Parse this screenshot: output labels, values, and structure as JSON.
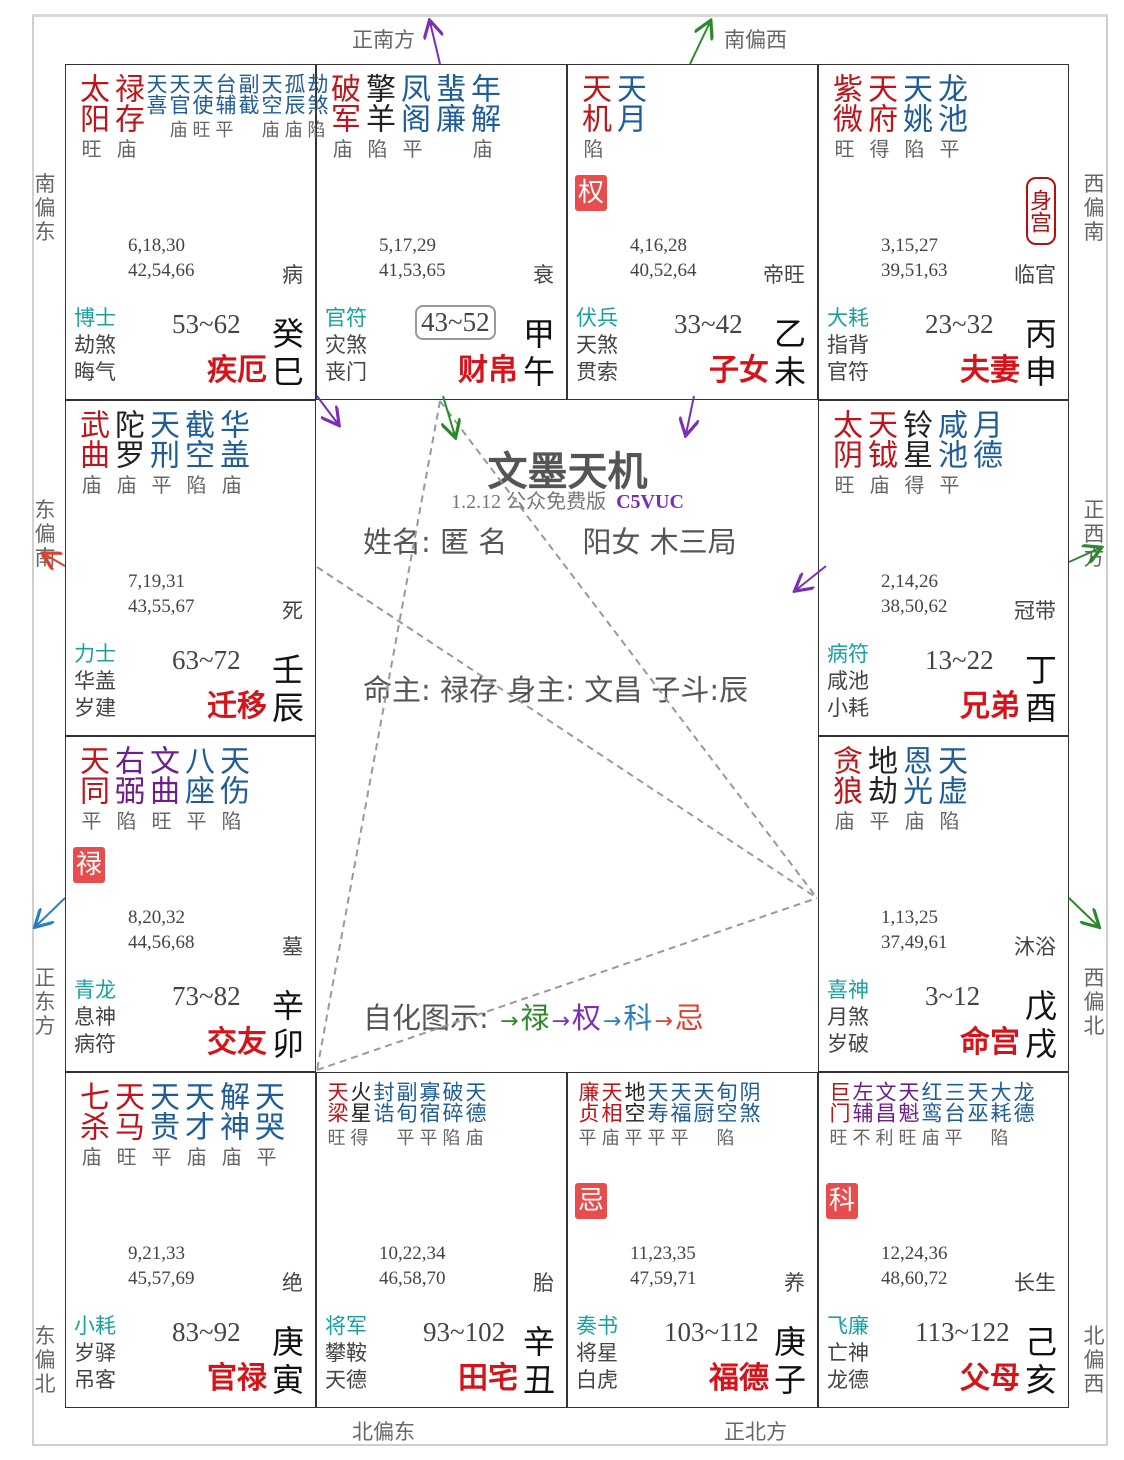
{
  "directions": {
    "top_left": "正南方",
    "top_right": "南偏西",
    "bottom_left": "北偏东",
    "bottom_right": "正北方",
    "left_1": "南偏东",
    "left_2": "东偏南",
    "left_3": "正东方",
    "left_4": "东偏北",
    "right_1": "西偏南",
    "right_2": "正西方",
    "right_3": "西偏北",
    "right_4": "北偏西"
  },
  "center": {
    "title": "文墨天机",
    "version": "1.2.12 公众免费版",
    "code": "C5VUC",
    "name_label": "姓名:",
    "name_value": "匿 名",
    "gender_ju": "阳女 木三局",
    "ming_line": "命主: 禄存 身主: 文昌 子斗:辰",
    "legend_label": "自化图示:",
    "legend": [
      {
        "arrow": "→",
        "text": "禄",
        "color": "#2a8a2a"
      },
      {
        "arrow": "→",
        "text": "权",
        "color": "#7b2fb6"
      },
      {
        "arrow": "→",
        "text": "科",
        "color": "#2a7fc0"
      },
      {
        "arrow": "→",
        "text": "忌",
        "color": "#e0402a"
      }
    ]
  },
  "palaces": {
    "si": {
      "stars": [
        {
          "name": "太阳",
          "color": "red",
          "bright": "旺"
        },
        {
          "name": "禄存",
          "color": "red",
          "bright": "庙"
        }
      ],
      "minor": [
        {
          "name": "天喜",
          "bright": ""
        },
        {
          "name": "天官",
          "bright": "庙"
        },
        {
          "name": "天使",
          "bright": "旺"
        },
        {
          "name": "台辅",
          "bright": "平"
        },
        {
          "name": "副截",
          "bright": ""
        },
        {
          "name": "天空",
          "bright": "庙"
        },
        {
          "name": "孤辰",
          "bright": "庙"
        },
        {
          "name": "劫煞",
          "bright": "陷"
        }
      ],
      "ages": [
        "6,18,30",
        "42,54,66"
      ],
      "phase": "病",
      "gods": [
        "博士",
        "劫煞",
        "晦气"
      ],
      "range": "53~62",
      "name": "疾厄",
      "gz": "癸巳"
    },
    "wu": {
      "stars": [
        {
          "name": "破军",
          "color": "red",
          "bright": "庙"
        },
        {
          "name": "擎羊",
          "color": "black",
          "bright": "陷"
        },
        {
          "name": "凤阁",
          "color": "blue",
          "bright": "平"
        },
        {
          "name": "蜚廉",
          "color": "blue",
          "bright": ""
        },
        {
          "name": "年解",
          "color": "blue",
          "bright": "庙"
        }
      ],
      "ages": [
        "5,17,29",
        "41,53,65"
      ],
      "phase": "衰",
      "gods": [
        "官符",
        "灾煞",
        "丧门"
      ],
      "range": "43~52",
      "name": "财帛",
      "gz": "甲午"
    },
    "wei": {
      "stars": [
        {
          "name": "天机",
          "color": "red",
          "bright": "陷"
        },
        {
          "name": "天月",
          "color": "blue",
          "bright": ""
        }
      ],
      "hua": "权",
      "ages": [
        "4,16,28",
        "40,52,64"
      ],
      "phase": "帝旺",
      "gods": [
        "伏兵",
        "天煞",
        "贯索"
      ],
      "range": "33~42",
      "name": "子女",
      "gz": "乙未"
    },
    "shen": {
      "stars": [
        {
          "name": "紫微",
          "color": "red",
          "bright": "旺"
        },
        {
          "name": "天府",
          "color": "red",
          "bright": "得"
        },
        {
          "name": "天姚",
          "color": "blue",
          "bright": "陷"
        },
        {
          "name": "龙池",
          "color": "blue",
          "bright": "平"
        }
      ],
      "shengong": "身宫",
      "ages": [
        "3,15,27",
        "39,51,63"
      ],
      "phase": "临官",
      "gods": [
        "大耗",
        "指背",
        "官符"
      ],
      "range": "23~32",
      "name": "夫妻",
      "gz": "丙申"
    },
    "chen": {
      "stars": [
        {
          "name": "武曲",
          "color": "red",
          "bright": "庙"
        },
        {
          "name": "陀罗",
          "color": "black",
          "bright": "庙"
        },
        {
          "name": "天刑",
          "color": "blue",
          "bright": "平"
        },
        {
          "name": "截空",
          "color": "blue",
          "bright": "陷"
        },
        {
          "name": "华盖",
          "color": "blue",
          "bright": "庙"
        }
      ],
      "ages": [
        "7,19,31",
        "43,55,67"
      ],
      "phase": "死",
      "gods": [
        "力士",
        "华盖",
        "岁建"
      ],
      "range": "63~72",
      "name": "迁移",
      "gz": "壬辰"
    },
    "you": {
      "stars": [
        {
          "name": "太阴",
          "color": "red",
          "bright": "旺"
        },
        {
          "name": "天钺",
          "color": "red",
          "bright": "庙"
        },
        {
          "name": "铃星",
          "color": "black",
          "bright": "得"
        },
        {
          "name": "咸池",
          "color": "blue",
          "bright": "平"
        },
        {
          "name": "月德",
          "color": "blue",
          "bright": ""
        }
      ],
      "ages": [
        "2,14,26",
        "38,50,62"
      ],
      "phase": "冠带",
      "gods": [
        "病符",
        "咸池",
        "小耗"
      ],
      "range": "13~22",
      "name": "兄弟",
      "gz": "丁酉"
    },
    "mao": {
      "stars": [
        {
          "name": "天同",
          "color": "red",
          "bright": "平"
        },
        {
          "name": "右弼",
          "color": "purple",
          "bright": "陷"
        },
        {
          "name": "文曲",
          "color": "purple",
          "bright": "旺"
        },
        {
          "name": "八座",
          "color": "blue",
          "bright": "平"
        },
        {
          "name": "天伤",
          "color": "blue",
          "bright": "陷"
        }
      ],
      "hua": "禄",
      "ages": [
        "8,20,32",
        "44,56,68"
      ],
      "phase": "墓",
      "gods": [
        "青龙",
        "息神",
        "病符"
      ],
      "range": "73~82",
      "name": "交友",
      "gz": "辛卯"
    },
    "xu": {
      "stars": [
        {
          "name": "贪狼",
          "color": "red",
          "bright": "庙"
        },
        {
          "name": "地劫",
          "color": "black",
          "bright": "平"
        },
        {
          "name": "恩光",
          "color": "blue",
          "bright": "庙"
        },
        {
          "name": "天虚",
          "color": "blue",
          "bright": "陷"
        }
      ],
      "ages": [
        "1,13,25",
        "37,49,61"
      ],
      "phase": "沐浴",
      "gods": [
        "喜神",
        "月煞",
        "岁破"
      ],
      "range": "3~12",
      "name": "命宫",
      "gz": "戊戌"
    },
    "yin": {
      "stars": [
        {
          "name": "七杀",
          "color": "red",
          "bright": "庙"
        },
        {
          "name": "天马",
          "color": "red",
          "bright": "旺"
        },
        {
          "name": "天贵",
          "color": "blue",
          "bright": "平"
        },
        {
          "name": "天才",
          "color": "blue",
          "bright": "庙"
        },
        {
          "name": "解神",
          "color": "blue",
          "bright": "庙"
        },
        {
          "name": "天哭",
          "color": "blue",
          "bright": "平"
        }
      ],
      "ages": [
        "9,21,33",
        "45,57,69"
      ],
      "phase": "绝",
      "gods": [
        "小耗",
        "岁驿",
        "吊客"
      ],
      "range": "83~92",
      "name": "官禄",
      "gz": "庚寅"
    },
    "chou": {
      "stars": [
        {
          "name": "天梁",
          "color": "red",
          "bright": "旺"
        },
        {
          "name": "火星",
          "color": "black",
          "bright": "得"
        },
        {
          "name": "封诰",
          "color": "blue",
          "bright": ""
        },
        {
          "name": "副旬",
          "color": "blue",
          "bright": "平"
        },
        {
          "name": "寡宿",
          "color": "blue",
          "bright": "平"
        },
        {
          "name": "破碎",
          "color": "blue",
          "bright": "陷"
        },
        {
          "name": "天德",
          "color": "blue",
          "bright": "庙"
        }
      ],
      "ages": [
        "10,22,34",
        "46,58,70"
      ],
      "phase": "胎",
      "gods": [
        "将军",
        "攀鞍",
        "天德"
      ],
      "range": "93~102",
      "name": "田宅",
      "gz": "辛丑"
    },
    "zi": {
      "stars": [
        {
          "name": "廉贞",
          "color": "red",
          "bright": "平"
        },
        {
          "name": "天相",
          "color": "red",
          "bright": "庙"
        },
        {
          "name": "地空",
          "color": "black",
          "bright": "平"
        },
        {
          "name": "天寿",
          "color": "blue",
          "bright": "平"
        },
        {
          "name": "天福",
          "color": "blue",
          "bright": "平"
        },
        {
          "name": "天厨",
          "color": "blue",
          "bright": ""
        },
        {
          "name": "旬空",
          "color": "blue",
          "bright": "陷"
        },
        {
          "name": "阴煞",
          "color": "blue",
          "bright": ""
        }
      ],
      "hua": "忌",
      "ages": [
        "11,23,35",
        "47,59,71"
      ],
      "phase": "养",
      "gods": [
        "奏书",
        "将星",
        "白虎"
      ],
      "range": "103~112",
      "name": "福德",
      "gz": "庚子"
    },
    "hai": {
      "stars": [
        {
          "name": "巨门",
          "color": "red",
          "bright": "旺"
        },
        {
          "name": "左辅",
          "color": "purple",
          "bright": "不"
        },
        {
          "name": "文昌",
          "color": "purple",
          "bright": "利"
        },
        {
          "name": "天魁",
          "color": "purple",
          "bright": "旺"
        },
        {
          "name": "红鸾",
          "color": "blue",
          "bright": "庙"
        },
        {
          "name": "三台",
          "color": "blue",
          "bright": "平"
        },
        {
          "name": "天巫",
          "color": "blue",
          "bright": ""
        },
        {
          "name": "大耗",
          "color": "blue",
          "bright": "陷"
        },
        {
          "name": "龙德",
          "color": "blue",
          "bright": ""
        }
      ],
      "hua": "科",
      "ages": [
        "12,24,36",
        "48,60,72"
      ],
      "phase": "长生",
      "gods": [
        "飞廉",
        "亡神",
        "龙德"
      ],
      "range": "113~122",
      "name": "父母",
      "gz": "己亥"
    }
  }
}
